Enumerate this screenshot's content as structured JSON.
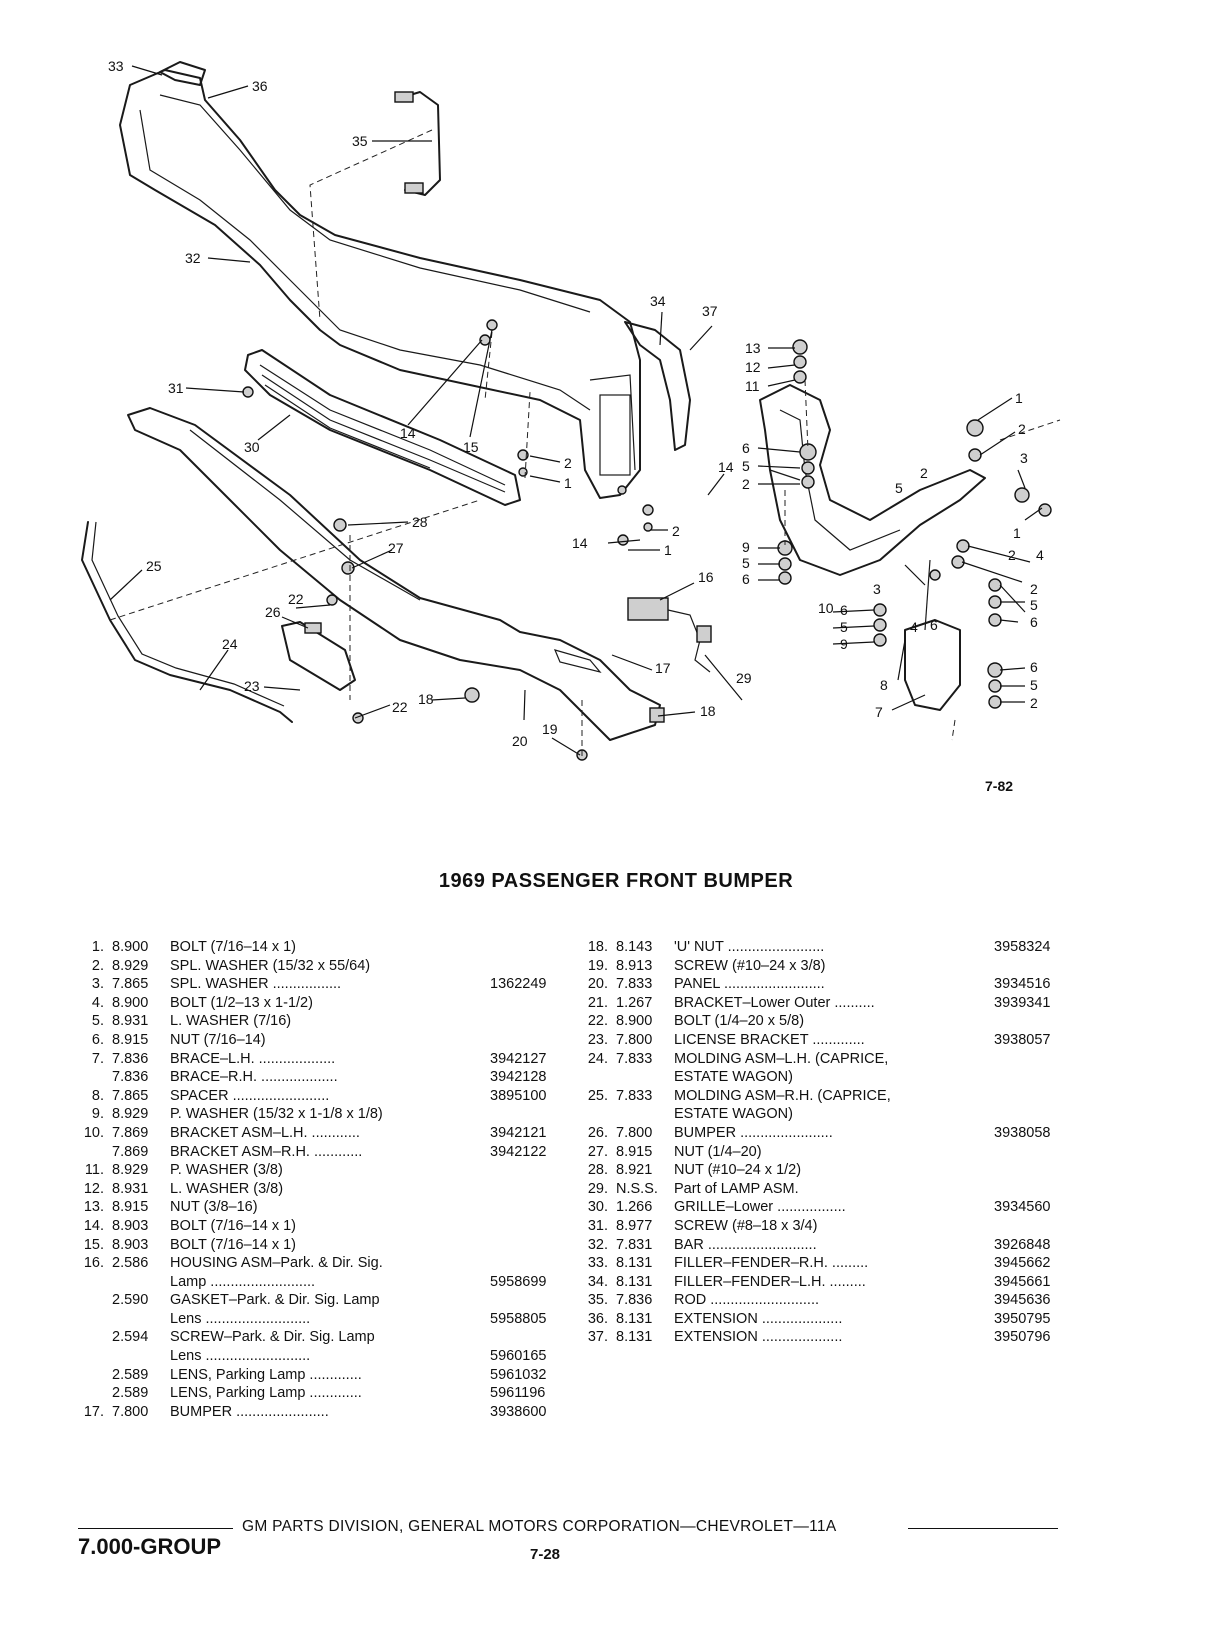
{
  "figure": {
    "code": "7-82",
    "callouts": [
      "33",
      "36",
      "35",
      "32",
      "34",
      "37",
      "31",
      "30",
      "14",
      "15",
      "2",
      "1",
      "28",
      "27",
      "25",
      "26",
      "22",
      "24",
      "23",
      "18",
      "20",
      "19",
      "16",
      "17",
      "29",
      "13",
      "12",
      "11",
      "6",
      "5",
      "9",
      "10",
      "8",
      "7",
      "3",
      "4"
    ]
  },
  "title": "1969 PASSENGER FRONT BUMPER",
  "parts_left": [
    {
      "no": "1.",
      "group": "8.900",
      "desc": "BOLT (7/16–14 x 1)",
      "part": ""
    },
    {
      "no": "2.",
      "group": "8.929",
      "desc": "SPL. WASHER (15/32 x 55/64)",
      "part": ""
    },
    {
      "no": "3.",
      "group": "7.865",
      "desc": "SPL. WASHER .................",
      "part": "1362249"
    },
    {
      "no": "4.",
      "group": "8.900",
      "desc": "BOLT (1/2–13 x 1-1/2)",
      "part": ""
    },
    {
      "no": "5.",
      "group": "8.931",
      "desc": "L. WASHER (7/16)",
      "part": ""
    },
    {
      "no": "6.",
      "group": "8.915",
      "desc": "NUT (7/16–14)",
      "part": ""
    },
    {
      "no": "7.",
      "group": "7.836",
      "desc": "BRACE–L.H. ...................",
      "part": "3942127"
    },
    {
      "no": "",
      "group": "7.836",
      "desc": "BRACE–R.H. ...................",
      "part": "3942128"
    },
    {
      "no": "8.",
      "group": "7.865",
      "desc": "SPACER ........................",
      "part": "3895100"
    },
    {
      "no": "9.",
      "group": "8.929",
      "desc": "P. WASHER (15/32 x 1-1/8 x 1/8)",
      "part": ""
    },
    {
      "no": "10.",
      "group": "7.869",
      "desc": "BRACKET ASM–L.H. ............",
      "part": "3942121"
    },
    {
      "no": "",
      "group": "7.869",
      "desc": "BRACKET ASM–R.H. ............",
      "part": "3942122"
    },
    {
      "no": "11.",
      "group": "8.929",
      "desc": "P. WASHER (3/8)",
      "part": ""
    },
    {
      "no": "12.",
      "group": "8.931",
      "desc": "L. WASHER (3/8)",
      "part": ""
    },
    {
      "no": "13.",
      "group": "8.915",
      "desc": "NUT (3/8–16)",
      "part": ""
    },
    {
      "no": "14.",
      "group": "8.903",
      "desc": "BOLT (7/16–14 x 1)",
      "part": ""
    },
    {
      "no": "15.",
      "group": "8.903",
      "desc": "BOLT (7/16–14 x 1)",
      "part": ""
    },
    {
      "no": "16.",
      "group": "2.586",
      "desc": "HOUSING ASM–Park. & Dir. Sig.",
      "part": ""
    },
    {
      "no": "",
      "group": "",
      "desc": "Lamp ..........................",
      "part": "5958699"
    },
    {
      "no": "",
      "group": "2.590",
      "desc": "GASKET–Park. & Dir. Sig. Lamp",
      "part": ""
    },
    {
      "no": "",
      "group": "",
      "desc": "Lens ..........................",
      "part": "5958805"
    },
    {
      "no": "",
      "group": "2.594",
      "desc": "SCREW–Park. & Dir. Sig. Lamp",
      "part": ""
    },
    {
      "no": "",
      "group": "",
      "desc": "Lens ..........................",
      "part": "5960165"
    },
    {
      "no": "",
      "group": "2.589",
      "desc": "LENS, Parking Lamp .............",
      "part": "5961032"
    },
    {
      "no": "",
      "group": "2.589",
      "desc": "LENS, Parking Lamp .............",
      "part": "5961196"
    },
    {
      "no": "17.",
      "group": "7.800",
      "desc": "BUMPER .......................",
      "part": "3938600"
    }
  ],
  "parts_right": [
    {
      "no": "18.",
      "group": "8.143",
      "desc": "'U' NUT ........................",
      "part": "3958324"
    },
    {
      "no": "19.",
      "group": "8.913",
      "desc": "SCREW (#10–24 x 3/8)",
      "part": ""
    },
    {
      "no": "20.",
      "group": "7.833",
      "desc": "PANEL .........................",
      "part": "3934516"
    },
    {
      "no": "21.",
      "group": "1.267",
      "desc": "BRACKET–Lower Outer ..........",
      "part": "3939341"
    },
    {
      "no": "22.",
      "group": "8.900",
      "desc": "BOLT (1/4–20 x 5/8)",
      "part": ""
    },
    {
      "no": "23.",
      "group": "7.800",
      "desc": "LICENSE BRACKET .............",
      "part": "3938057"
    },
    {
      "no": "24.",
      "group": "7.833",
      "desc": "MOLDING ASM–L.H. (CAPRICE,",
      "part": ""
    },
    {
      "no": "",
      "group": "",
      "desc": "ESTATE WAGON)",
      "part": ""
    },
    {
      "no": "25.",
      "group": "7.833",
      "desc": "MOLDING ASM–R.H. (CAPRICE,",
      "part": ""
    },
    {
      "no": "",
      "group": "",
      "desc": "ESTATE WAGON)",
      "part": ""
    },
    {
      "no": "26.",
      "group": "7.800",
      "desc": "BUMPER .......................",
      "part": "3938058"
    },
    {
      "no": "27.",
      "group": "8.915",
      "desc": "NUT (1/4–20)",
      "part": ""
    },
    {
      "no": "28.",
      "group": "8.921",
      "desc": "NUT (#10–24 x 1/2)",
      "part": ""
    },
    {
      "no": "29.",
      "group": "N.S.S.",
      "desc": "Part of LAMP ASM.",
      "part": ""
    },
    {
      "no": "30.",
      "group": "1.266",
      "desc": "GRILLE–Lower .................",
      "part": "3934560"
    },
    {
      "no": "31.",
      "group": "8.977",
      "desc": "SCREW (#8–18 x 3/4)",
      "part": ""
    },
    {
      "no": "32.",
      "group": "7.831",
      "desc": "BAR ...........................",
      "part": "3926848"
    },
    {
      "no": "33.",
      "group": "8.131",
      "desc": "FILLER–FENDER–R.H. .........",
      "part": "3945662"
    },
    {
      "no": "34.",
      "group": "8.131",
      "desc": "FILLER–FENDER–L.H. .........",
      "part": "3945661"
    },
    {
      "no": "35.",
      "group": "7.836",
      "desc": "ROD ...........................",
      "part": "3945636"
    },
    {
      "no": "36.",
      "group": "8.131",
      "desc": "EXTENSION ....................",
      "part": "3950795"
    },
    {
      "no": "37.",
      "group": "8.131",
      "desc": "EXTENSION ....................",
      "part": "3950796"
    }
  ],
  "footer": {
    "text": "GM PARTS DIVISION, GENERAL MOTORS CORPORATION—CHEVROLET—11A",
    "group": "7.000-GROUP",
    "page": "7-28"
  }
}
